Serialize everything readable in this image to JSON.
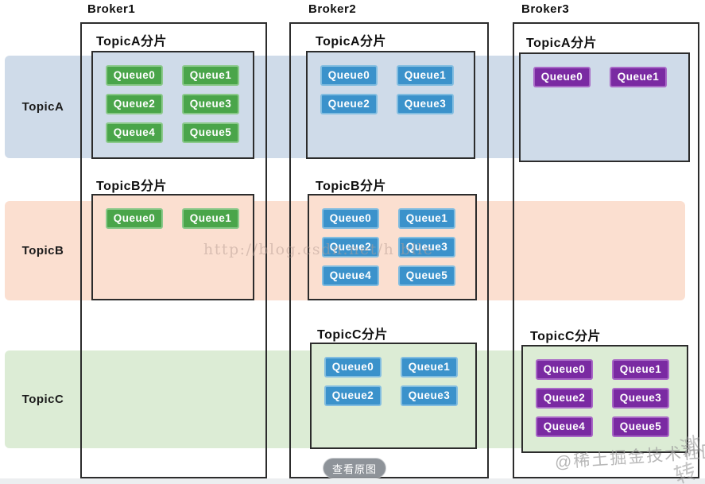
{
  "bands": [
    {
      "label": "TopicA",
      "color": "#cfdbe9"
    },
    {
      "label": "TopicB",
      "color": "#fbdfd0"
    },
    {
      "label": "TopicC",
      "color": "#dcecd5"
    }
  ],
  "brokers": [
    {
      "name": "Broker1",
      "queue_color": "#4aa54a",
      "queue_border": "#8bc98b",
      "shards": [
        {
          "title": "TopicA分片",
          "topic": "TopicA",
          "queues": [
            "Queue0",
            "Queue1",
            "Queue2",
            "Queue3",
            "Queue4",
            "Queue5"
          ]
        },
        {
          "title": "TopicB分片",
          "topic": "TopicB",
          "queues": [
            "Queue0",
            "Queue1"
          ]
        }
      ]
    },
    {
      "name": "Broker2",
      "queue_color": "#3b92cb",
      "queue_border": "#82bde0",
      "shards": [
        {
          "title": "TopicA分片",
          "topic": "TopicA",
          "queues": [
            "Queue0",
            "Queue1",
            "Queue2",
            "Queue3"
          ]
        },
        {
          "title": "TopicB分片",
          "topic": "TopicB",
          "queues": [
            "Queue0",
            "Queue1",
            "Queue2",
            "Queue3",
            "Queue4",
            "Queue5"
          ]
        },
        {
          "title": "TopicC分片",
          "topic": "TopicC",
          "queues": [
            "Queue0",
            "Queue1",
            "Queue2",
            "Queue3"
          ]
        }
      ]
    },
    {
      "name": "Broker3",
      "queue_color": "#7a2aa2",
      "queue_border": "#a868c6",
      "shards": [
        {
          "title": "TopicA分片",
          "topic": "TopicA",
          "queues": [
            "Queue0",
            "Queue1"
          ]
        },
        {
          "title": "TopicC分片",
          "topic": "TopicC",
          "queues": [
            "Queue0",
            "Queue1",
            "Queue2",
            "Queue3",
            "Queue4",
            "Queue5"
          ]
        }
      ]
    }
  ],
  "watermarks": {
    "center_url": "http://blog.csdn.net/h    blle",
    "community": "@稀土掘金技术社区",
    "edge_char_1": "激",
    "edge_char_2": "转"
  },
  "controls": {
    "view_original_label": "查看原图"
  }
}
